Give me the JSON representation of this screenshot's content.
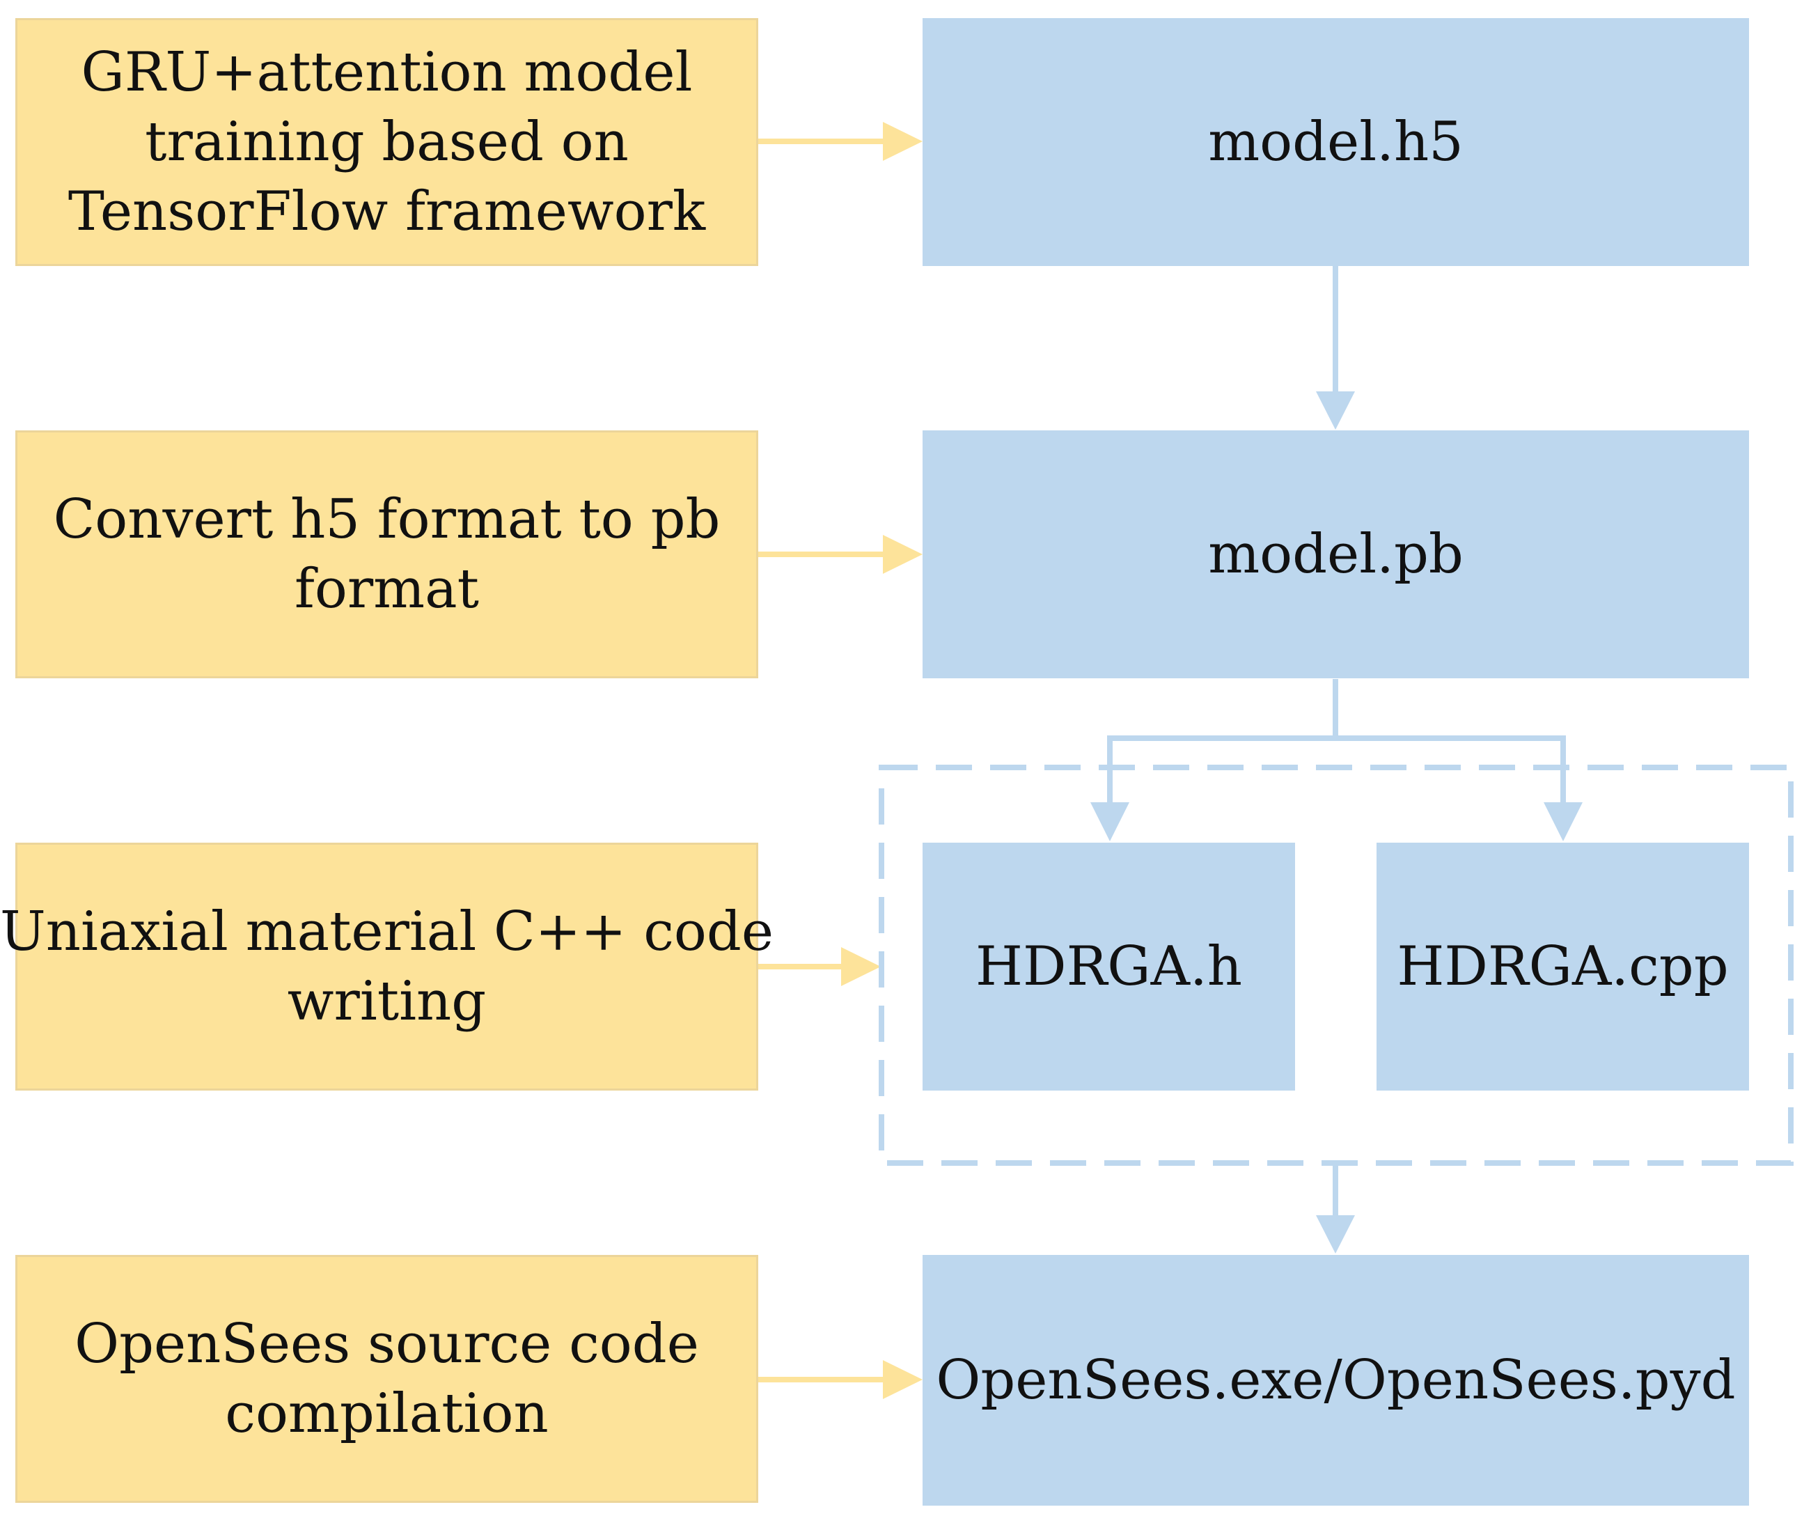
{
  "steps": {
    "step1": {
      "lines": [
        "GRU+attention model",
        "training based on",
        "TensorFlow framework"
      ]
    },
    "step2": {
      "lines": [
        "Convert h5 format to pb",
        "format"
      ]
    },
    "step3": {
      "lines": [
        "Uniaxial material C++ code",
        "writing"
      ]
    },
    "step4": {
      "lines": [
        "OpenSees source code",
        "compilation"
      ]
    }
  },
  "artifacts": {
    "model_h5": "model.h5",
    "model_pb": "model.pb",
    "hdrga_h": "HDRGA.h",
    "hdrga_cpp": "HDRGA.cpp",
    "opensees": "OpenSees.exe/OpenSees.pyd"
  },
  "colors": {
    "step_fill": "#fde39a",
    "step_border": "#ecd59a",
    "artifact_fill": "#bdd7ee",
    "step_arrow": "#fde39a",
    "artifact_arrow": "#bdd7ee"
  }
}
